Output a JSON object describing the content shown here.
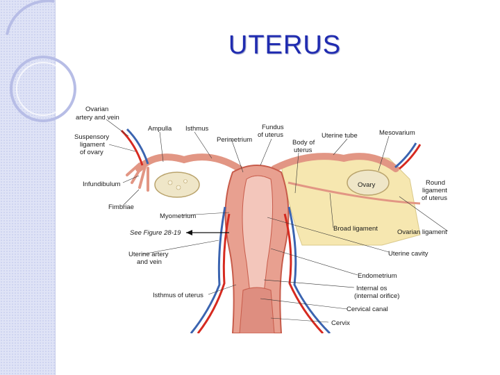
{
  "slide": {
    "title": "UTERUS"
  },
  "figure": {
    "labels": {
      "ovarian_artery_1": "Ovarian",
      "ovarian_artery_2": "artery and vein",
      "suspensory_1": "Suspensory",
      "suspensory_2": "ligament",
      "suspensory_3": "of ovary",
      "ampulla": "Ampulla",
      "isthmus": "Isthmus",
      "perimetrium": "Perimetrium",
      "fundus_1": "Fundus",
      "fundus_2": "of uterus",
      "body_1": "Body of",
      "body_2": "uterus",
      "uterine_tube": "Uterine tube",
      "mesovarium": "Mesovarium",
      "infundibulum": "Infundibulum",
      "ovary": "Ovary",
      "round_lig_1": "Round",
      "round_lig_2": "ligament",
      "round_lig_3": "of uterus",
      "fimbriae": "Fimbriae",
      "myometrium": "Myometrium",
      "broad_ligament": "Broad ligament",
      "ovarian_ligament": "Ovarian ligament",
      "see_figure": "See Figure 28-19",
      "uterine_cavity": "Uterine cavity",
      "uterine_artery_1": "Uterine artery",
      "uterine_artery_2": "and vein",
      "endometrium": "Endometrium",
      "isthmus_uterus": "Isthmus of uterus",
      "internal_os_1": "Internal os",
      "internal_os_2": "(internal orifice)",
      "cervical_canal": "Cervical canal",
      "cervix": "Cervix"
    },
    "colors": {
      "tissue": "#e8a090",
      "tissue_dark": "#c75b4a",
      "broad_ligament": "#f6e7b0",
      "artery": "#d62a20",
      "vein": "#3b64b0",
      "ovary": "#efe6c8"
    }
  }
}
